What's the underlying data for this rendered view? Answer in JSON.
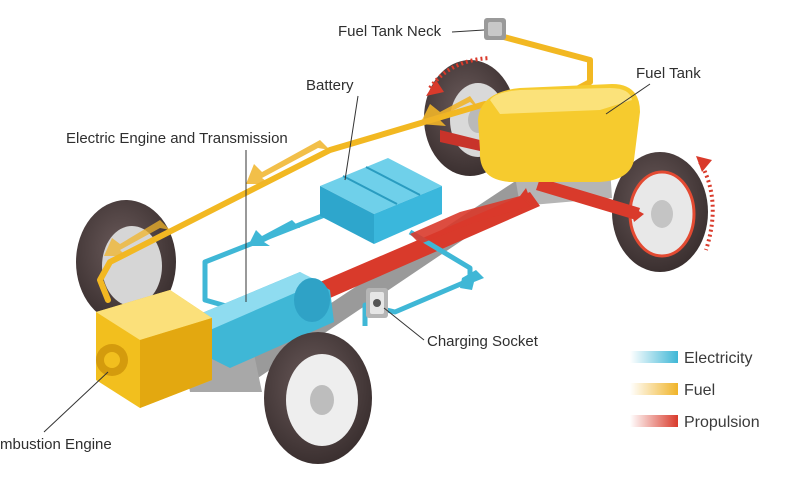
{
  "labels": {
    "fuel_tank_neck": "Fuel Tank Neck",
    "fuel_tank": "Fuel Tank",
    "battery": "Battery",
    "electric_engine": "Electric Engine and Transmission",
    "charging_socket": "Charging Socket",
    "combustion_engine": "mbustion Engine"
  },
  "legend": {
    "items": [
      {
        "label": "Electricity",
        "color": "#3fb7d6"
      },
      {
        "label": "Fuel",
        "color": "#f0b429"
      },
      {
        "label": "Propulsion",
        "color": "#d93a2b"
      }
    ]
  },
  "colors": {
    "electricity": "#3fb7d6",
    "fuel": "#f0b429",
    "propulsion": "#d93a2b",
    "battery": "#3ab1d6",
    "engine": "#f2bf1e",
    "tire": "#4a3f3f",
    "rim": "#e9e9e9"
  }
}
